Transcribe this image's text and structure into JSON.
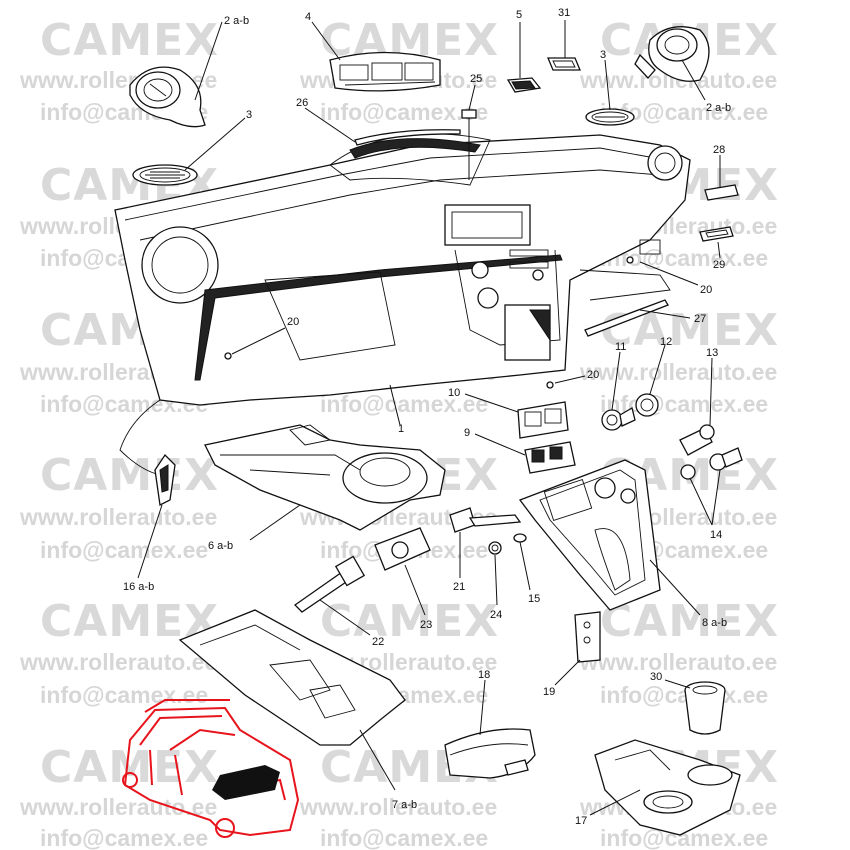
{
  "watermark": {
    "logo": "CAMEX",
    "url_1": "www.rollerauto.ee",
    "url_2": "info@camex.ee"
  },
  "labels": {
    "l1": "1",
    "l2a": "2 a-b",
    "l2b": "2 a-b",
    "l3a": "3",
    "l3b": "3",
    "l4": "4",
    "l5": "5",
    "l6": "6 a-b",
    "l7": "7 a-b",
    "l8": "8 a-b",
    "l9": "9",
    "l10": "10",
    "l11": "11",
    "l12": "12",
    "l13": "13",
    "l14": "14",
    "l15": "15",
    "l16": "16 a-b",
    "l17": "17",
    "l18": "18",
    "l19": "19",
    "l20a": "20",
    "l20b": "20",
    "l20c": "20",
    "l21": "21",
    "l22": "22",
    "l23": "23",
    "l24": "24",
    "l25": "25",
    "l26": "26",
    "l27": "27",
    "l28": "28",
    "l29": "29",
    "l30": "30",
    "l31": "31"
  },
  "colors": {
    "watermark": "#d9d9d9",
    "car_outline": "#e8141c",
    "line": "#111111"
  }
}
